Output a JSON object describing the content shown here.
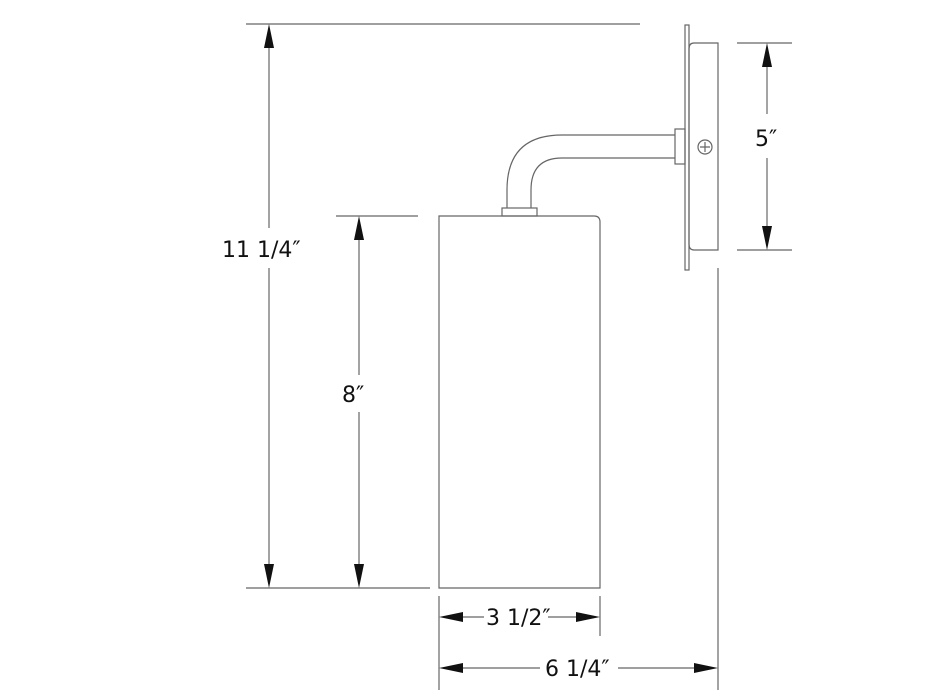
{
  "drawing": {
    "subject": "wall sconce dimension drawing",
    "dimensions": {
      "overall_height": "11 1/4″",
      "shade_height": "8″",
      "backplate_height": "5″",
      "shade_width": "3 1/2″",
      "overall_depth": "6 1/4″"
    },
    "colors": {
      "line": "#555555",
      "arrow": "#111111",
      "text": "#111111",
      "background": "#ffffff"
    }
  }
}
